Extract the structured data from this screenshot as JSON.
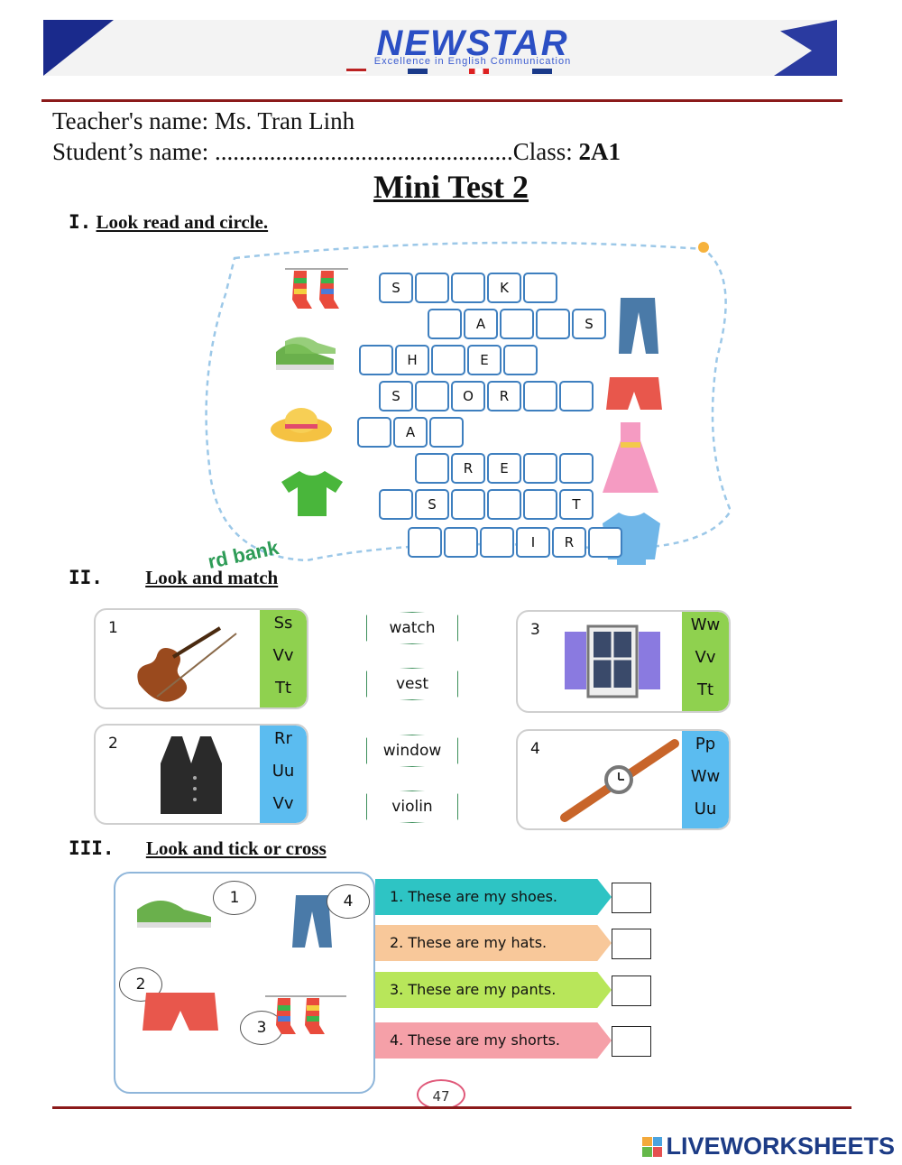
{
  "header": {
    "brand": "NEWSTAR",
    "tagline": "Excellence in English Communication"
  },
  "info": {
    "teacher_line": "Teacher's name: Ms. Tran Linh",
    "student_prefix": "Student’s name: .................................................Class: ",
    "class_value": "2A1"
  },
  "title": "Mini Test 2",
  "section1": {
    "roman": "I.",
    "label": "Look read and circle.",
    "word_bank_fragment": "rd bank",
    "rows": [
      {
        "cells": [
          "S",
          "",
          "",
          "K",
          ""
        ]
      },
      {
        "cells": [
          "",
          "A",
          "",
          "",
          "S"
        ]
      },
      {
        "cells": [
          "",
          "H",
          "",
          "E",
          ""
        ]
      },
      {
        "cells": [
          "S",
          "",
          "O",
          "R",
          "",
          ""
        ]
      },
      {
        "cells": [
          "",
          "A",
          ""
        ]
      },
      {
        "cells": [
          "",
          "R",
          "E",
          "",
          ""
        ]
      },
      {
        "cells": [
          "",
          "S",
          "",
          "",
          "",
          "T"
        ]
      },
      {
        "cells": [
          "",
          "",
          "",
          "I",
          "R",
          ""
        ]
      }
    ]
  },
  "section2": {
    "roman": "II.",
    "label": "Look and match",
    "cards": [
      {
        "num": "1",
        "picture": "violin",
        "letters": [
          "Ss",
          "Vv",
          "Tt"
        ],
        "color": "#8fd14f"
      },
      {
        "num": "2",
        "picture": "vest",
        "letters": [
          "Rr",
          "Uu",
          "Vv"
        ],
        "color": "#5bbcf0"
      },
      {
        "num": "3",
        "picture": "window",
        "letters": [
          "Ww",
          "Vv",
          "Tt"
        ],
        "color": "#8fd14f"
      },
      {
        "num": "4",
        "picture": "watch",
        "letters": [
          "Pp",
          "Ww",
          "Uu"
        ],
        "color": "#5bbcf0"
      }
    ],
    "words": [
      "watch",
      "vest",
      "window",
      "violin"
    ]
  },
  "section3": {
    "roman": "III.",
    "label": "Look and tick or cross",
    "pic_numbers": [
      "1",
      "2",
      "3",
      "4"
    ],
    "sentences": [
      {
        "text": "1. These are my shoes.",
        "color": "#2ec4c4"
      },
      {
        "text": "2. These are my hats.",
        "color": "#f8c89a"
      },
      {
        "text": "3. These are my pants.",
        "color": "#b8e65a"
      },
      {
        "text": "4. These are my shorts.",
        "color": "#f5a0a8"
      }
    ],
    "page_number": "47"
  },
  "footer": {
    "brand": "LIVEWORKSHEETS"
  },
  "colors": {
    "rule": "#8b1a1a",
    "cell_border": "#3e7fbf",
    "brand_blue": "#2b4fc4"
  }
}
